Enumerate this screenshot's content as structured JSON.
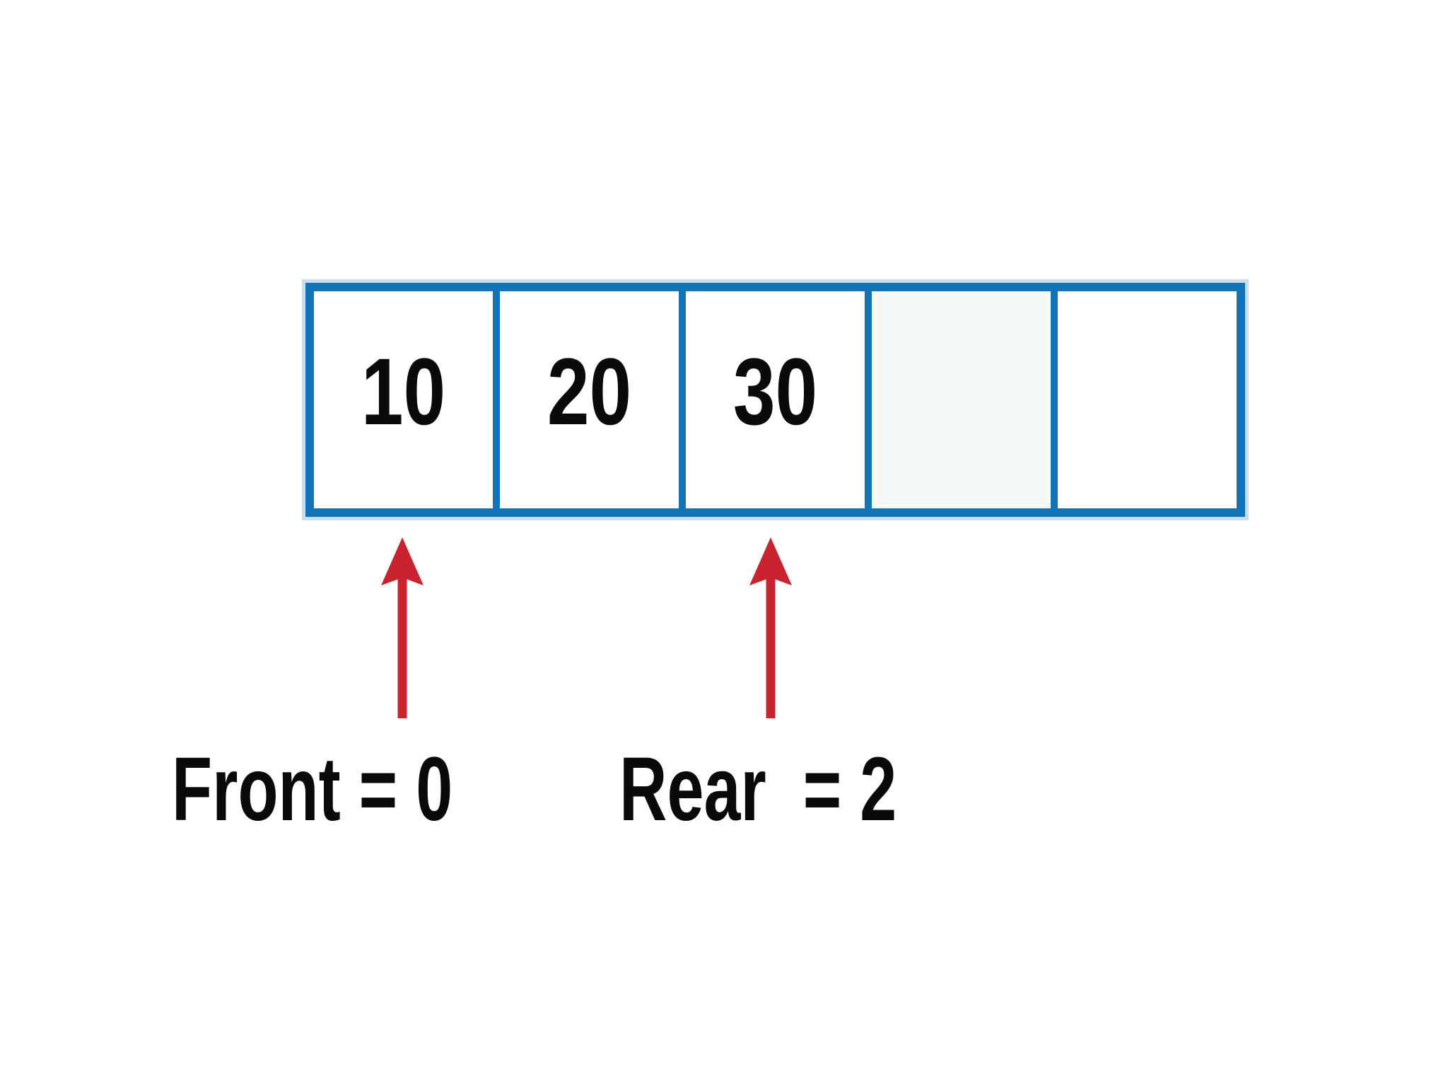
{
  "queue": {
    "cells": [
      "10",
      "20",
      "30",
      "",
      ""
    ],
    "front": {
      "label": "Front = 0"
    },
    "rear": {
      "label": "Rear  = 2"
    }
  },
  "colors": {
    "frame-blue": "#1273B7",
    "frame-halo": "#C9DDF1",
    "arrow-red": "#C8232E",
    "text-black": "#0A0A0A",
    "cell-bg": "#FFFFFF",
    "empty-cell-tint": "#F6FAF7"
  }
}
